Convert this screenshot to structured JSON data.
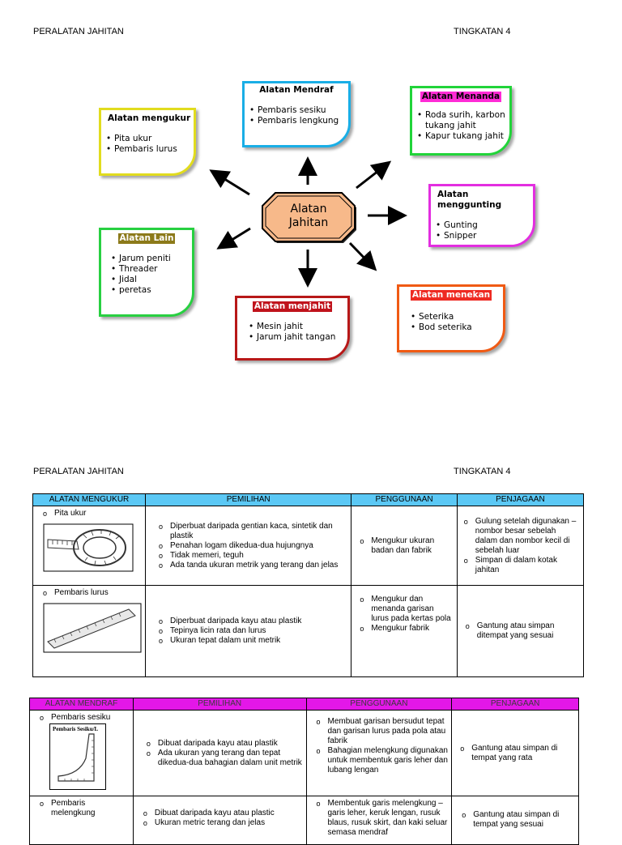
{
  "page1": {
    "left": "PERALATAN JAHITAN",
    "right": "TINGKATAN 4"
  },
  "center": {
    "line1": "Alatan",
    "line2": "Jahitan"
  },
  "cards": {
    "mengukur": {
      "title": "Alatan mengukur",
      "items": [
        "Pita ukur",
        "Pembaris lurus"
      ],
      "color": "#e1dc1e"
    },
    "mendraf": {
      "title": "Alatan Mendraf",
      "items": [
        "Pembaris sesiku",
        "Pembaris lengkung"
      ],
      "color": "#19aee6"
    },
    "menanda": {
      "title": "Alatan Menanda",
      "items": [
        "Roda surih, karbon tukang jahit",
        "Kapur tukang jahit"
      ],
      "color": "#21d439",
      "highlight": "#ff2bd6"
    },
    "menggunting": {
      "title": "Alatan menggunting",
      "items": [
        "Gunting",
        "Snipper"
      ],
      "color": "#e32ee0"
    },
    "lain": {
      "title": "Alatan Lain",
      "items": [
        "Jarum peniti",
        "Threader",
        "Jidal",
        "peretas"
      ],
      "color": "#28d041",
      "highlight": "#8c7a1a"
    },
    "menjahit": {
      "title": "Alatan menjahit",
      "items": [
        "Mesin jahit",
        "Jarum jahit tangan"
      ],
      "color": "#b81818",
      "highlight": "#c0131c"
    },
    "menekan": {
      "title": "Alatan menekan",
      "items": [
        "Seterika",
        "Bod seterika"
      ],
      "color": "#f05a14",
      "highlight": "#ee2a22"
    }
  },
  "page2": {
    "left": "PERALATAN JAHITAN",
    "right": "TINGKATAN 4"
  },
  "table1": {
    "headers": [
      "ALATAN MENGUKUR",
      "PEMILIHAN",
      "PENGGUNAAN",
      "PENJAGAAN"
    ],
    "header_color": "#5bc8f5",
    "rows": [
      {
        "tool": "Pita ukur",
        "pemilihan": [
          "Diperbuat daripada gentian kaca, sintetik dan plastik",
          "Penahan logam dikedua-dua hujungnya",
          "Tidak memeri, teguh",
          "Ada tanda ukuran metrik yang terang dan jelas"
        ],
        "penggunaan": [
          "Mengukur ukuran badan dan fabrik"
        ],
        "penjagaan": [
          "Gulung setelah digunakan – nombor besar sebelah dalam dan nombor kecil di sebelah luar",
          "Simpan di dalam kotak jahitan"
        ]
      },
      {
        "tool": "Pembaris lurus",
        "pemilihan": [
          "Diperbuat daripada kayu atau plastik",
          "Tepinya licin rata dan lurus",
          "Ukuran tepat dalam unit metrik"
        ],
        "penggunaan": [
          "Mengukur dan menanda garisan lurus pada kertas pola",
          "Mengukur fabrik"
        ],
        "penjagaan": [
          "Gantung atau simpan ditempat yang sesuai"
        ]
      }
    ]
  },
  "table2": {
    "headers": [
      "ALATAN MENDRAF",
      "PEMILIHAN",
      "PENGGUNAAN",
      "PENJAGAAN"
    ],
    "header_color": "#e317e8",
    "rows": [
      {
        "tool": "Pembaris sesiku",
        "pic_label": "Pembaris Sesiku/L",
        "pemilihan": [
          "Dibuat daripada kayu atau plastik",
          "Ada ukuran yang terang dan tepat dikedua-dua bahagian dalam unit metrik"
        ],
        "penggunaan": [
          "Membuat garisan bersudut tepat dan garisan lurus pada pola atau fabrik",
          "Bahagian melengkung digunakan untuk membentuk garis leher dan lubang lengan"
        ],
        "penjagaan": [
          "Gantung atau simpan di tempat yang rata"
        ]
      },
      {
        "tool": "Pembaris melengkung",
        "pemilihan": [
          "Dibuat daripada kayu atau plastic",
          "Ukuran metric terang dan jelas"
        ],
        "penggunaan": [
          "Membentuk garis melengkung – garis leher, keruk lengan, rusuk blaus, rusuk skirt, dan kaki seluar semasa mendraf"
        ],
        "penjagaan": [
          "Gantung atau simpan di tempat yang sesuai"
        ]
      }
    ]
  }
}
